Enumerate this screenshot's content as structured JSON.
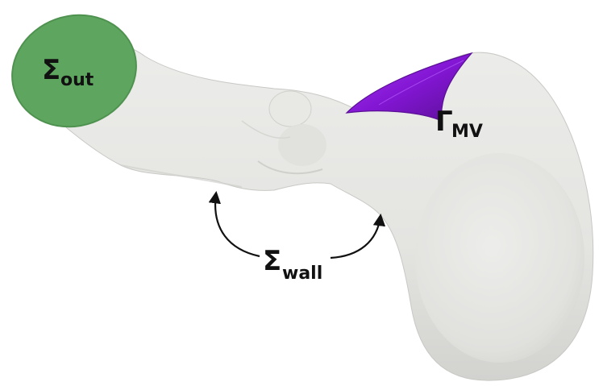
{
  "labels": {
    "outlet": {
      "symbol": "Σ",
      "subscript": "out"
    },
    "wall": {
      "symbol": "Σ",
      "subscript": "wall"
    },
    "valve": {
      "symbol": "Γ",
      "subscript": "MV"
    }
  },
  "colors": {
    "background": "#ffffff",
    "vessel_surface": "#e6e6e3",
    "vessel_shadow": "#cfcfcc",
    "outlet_face": "#5ea65f",
    "outlet_edge": "#4f9250",
    "valve_leaflet": "#8a1bd9",
    "valve_leaflet_dark": "#5a0f95",
    "label_text": "#111111",
    "arrow": "#111111"
  }
}
